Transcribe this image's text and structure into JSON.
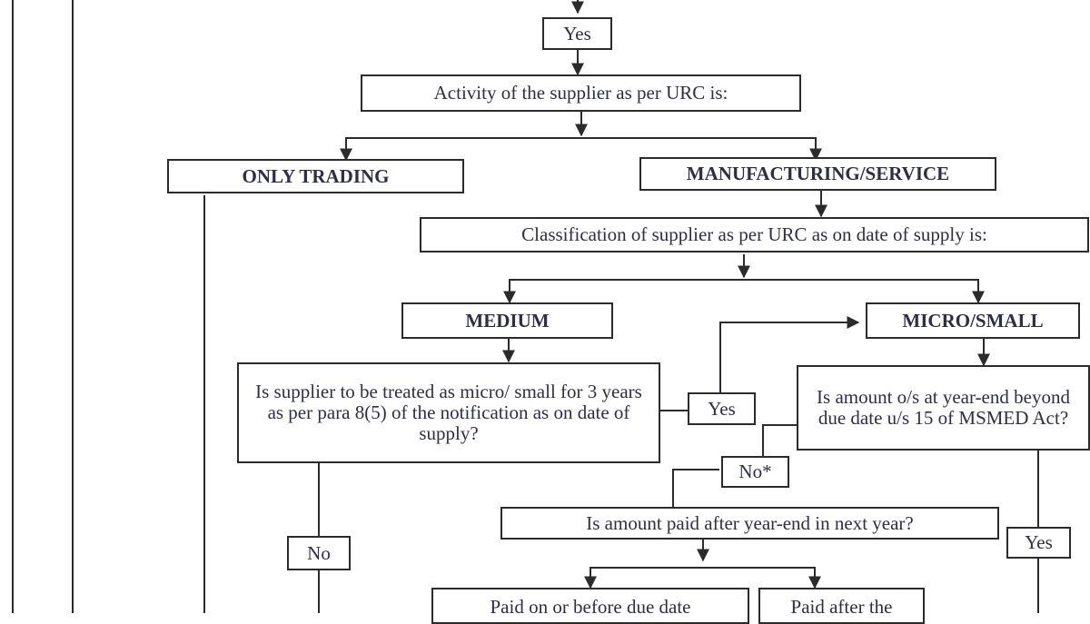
{
  "flowchart": {
    "yes_top": "Yes",
    "activity_question": "Activity of the supplier as per URC is:",
    "only_trading": "ONLY TRADING",
    "manufacturing_service": "MANUFACTURING/SERVICE",
    "classification_question": "Classification of supplier as per URC as on date of supply is:",
    "medium": "MEDIUM",
    "micro_small": "MICRO/SMALL",
    "treated_question": "Is supplier to be treated as micro/ small for 3 years as per para 8(5) of the notification as on date of supply?",
    "yes_treated": "Yes",
    "outstanding_question": "Is amount o/s at year-end beyond due date u/s 15 of MSMED Act?",
    "no_star": "No*",
    "paid_after_question": "Is amount paid after year-end in next year?",
    "no_medium": "No",
    "yes_outstanding": "Yes",
    "paid_on_before": "Paid on or before due date",
    "paid_after": "Paid after the"
  }
}
